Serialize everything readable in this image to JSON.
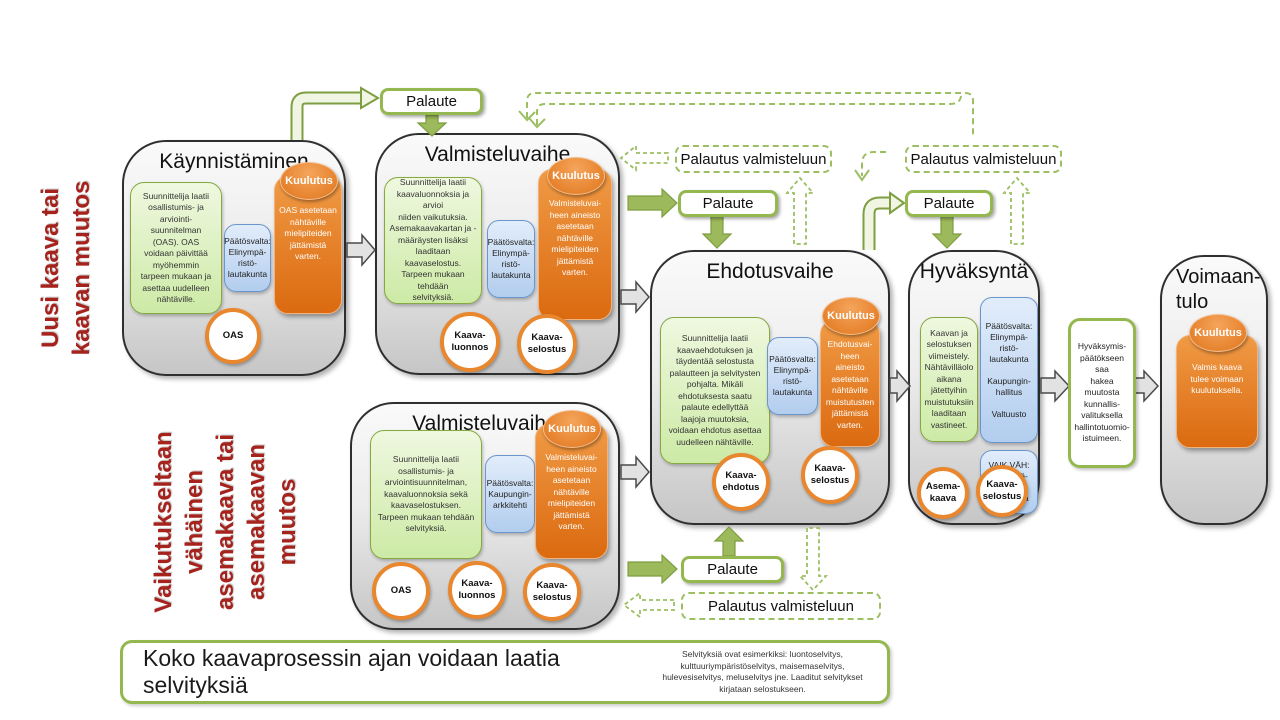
{
  "labels": {
    "kuulutus": "Kuulutus",
    "palaute": "Palaute",
    "palautus_valmisteluun": "Palautus valmisteluun"
  },
  "side_labels": {
    "top": "Uusi kaava tai\nkaavan muutos",
    "bottom": "Vaikutukseltaan\nvähäinen\nasemakaava tai\nasemakaavan\nmuutos"
  },
  "stages": {
    "kaynnistaminen": {
      "title": "Käynnistäminen",
      "planner": "Suunnittelija laatii\nosallistumis- ja\narviointi-\nsuunnitelman\n(OAS). OAS\nvoidaan päivittää\nmyöhemmin\ntarpeen mukaan ja\nasettaa uudelleen\nnähtäville.",
      "decision": "Päätösvalta:\nElinympä-\nristö-\nlautakunta",
      "notice": "OAS asetetaan\nnähtäville\nmielipiteiden\njättämistä\nvarten.",
      "docs": [
        "OAS"
      ]
    },
    "valmisteluvaihe1": {
      "title": "Valmisteluvaihe",
      "planner": "Suunnittelija laatii\nkaavaluonnoksia ja arvioi\nniiden vaikutuksia.\nAsemakaavakartan ja -\nmääräysten lisäksi\nlaaditaan kaavaselostus.\nTarpeen mukaan tehdään\nselvityksiä.",
      "decision": "Päätösvalta:\nElinympä-\nristö-\nlautakunta",
      "notice": "Valmisteluvai-\nheen aineisto\nasetetaan\nnähtäville\nmielipiteiden\njättämistä\nvarten.",
      "docs": [
        "Kaava-\nluonnos",
        "Kaava-\nselostus"
      ]
    },
    "valmisteluvaihe2": {
      "title": "Valmisteluvaihe",
      "planner": "Suunnittelija laatii\nosallistumis- ja\narviointisuunnitelman,\nkaavaluonnoksia sekä\nkaavaselostuksen.\nTarpeen mukaan tehdään\nselvityksiä.",
      "decision": "Päätösvalta:\nKaupungin-\narkkitehti",
      "notice": "Valmisteluvai-\nheen aineisto\nasetetaan\nnähtäville\nmielipiteiden\njättämistä\nvarten.",
      "docs": [
        "OAS",
        "Kaava-\nluonnos",
        "Kaava-\nselostus"
      ]
    },
    "ehdotusvaihe": {
      "title": "Ehdotusvaihe",
      "planner": "Suunnittelija laatii\nkaavaehdotuksen ja\ntäydentää selostusta\npalautteen ja selvitysten\npohjalta. Mikäli\nehdotuksesta saatu\npalaute edellyttää\nlaajoja muutoksia,\nvoidaan ehdotus asettaa\nuudelleen nähtäville.",
      "decision": "Päätösvalta:\nElinympä-\nristö-\nlautakunta",
      "notice": "Ehdotusvai-\nheen aineisto\nasetetaan\nnähtäville\nmuistutusten\njättämistä\nvarten.",
      "docs": [
        "Kaava-\nehdotus",
        "Kaava-\nselostus"
      ]
    },
    "hyvaksynta": {
      "title": "Hyväksyntä",
      "planner": "Kaavan ja\nselostuksen\nviimeistely.\nNähtävilläolo\naikana\njätettyihin\nmuistutuksiin\nlaaditaan\nvastineet.",
      "decision": "Päätösvalta:\nElinympä-\nristö-\nlautakunta\n\nKaupungin-\nhallitus\n\nValtuusto",
      "decision2": "VAIK.VÄH:\nElinympä-\nristö-\nlautakunta",
      "docs": [
        "Asema-\nkaava",
        "Kaava-\nselostus"
      ]
    },
    "voimaantulo": {
      "title": "Voimaan-\ntulo",
      "notice": "Valmis kaava\ntulee voimaan\nkuulutuksella."
    }
  },
  "appeal": "Hyväksymis-\npäätökseen saa\nhakea\nmuutosta\nkunnallis-\nvalituksella\nhallintotuomio-\nistuimeen.",
  "note": {
    "title": "Koko kaavaprosessin ajan voidaan laatia selvityksiä",
    "detail": "Selvityksiä ovat esimerkiksi: luontoselvitys, kulttuuriympäristöselvitys, maisemaselvitys, hulevesiselvitys, meluselvitys jne. Laaditut selvitykset kirjataan selostukseen."
  },
  "colors": {
    "accent_green": "#94b750",
    "accent_orange": "#e3700f",
    "title_red": "#a6221c"
  }
}
